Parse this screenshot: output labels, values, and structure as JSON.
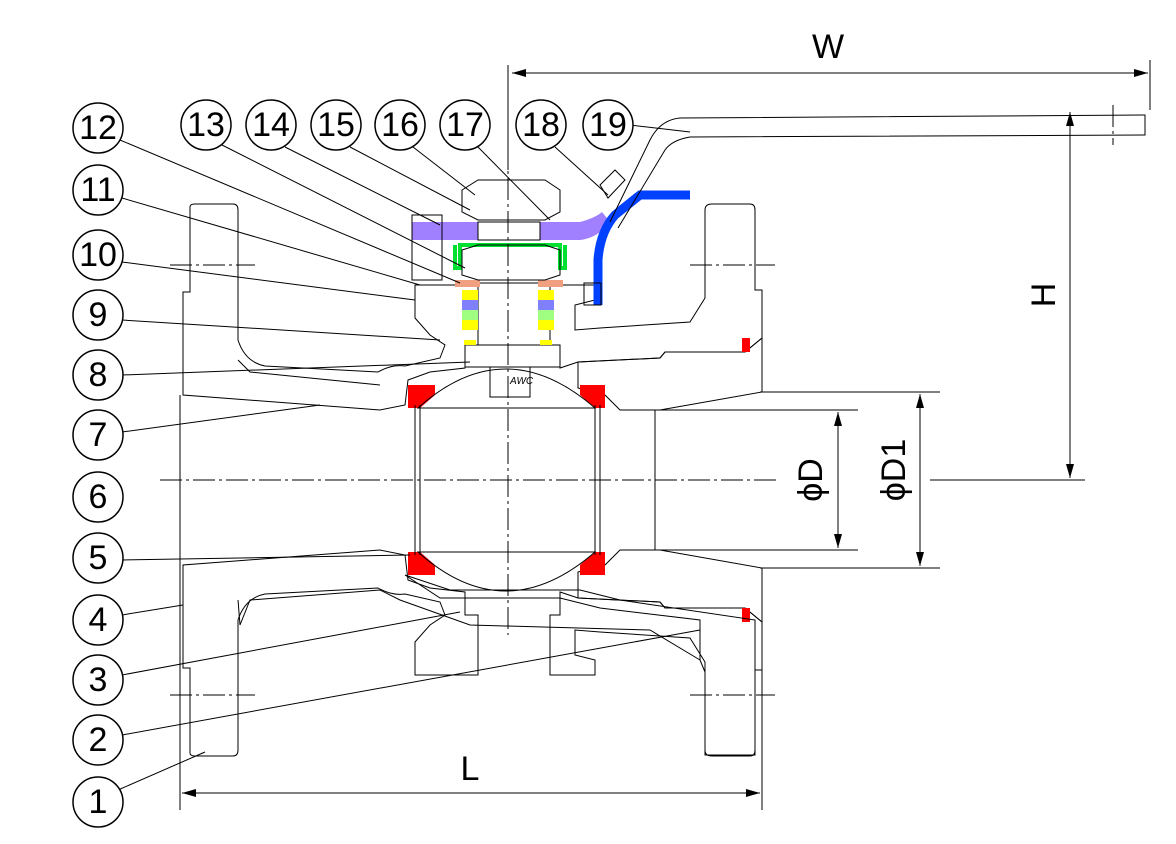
{
  "title": "Ball valve sectional drawing",
  "callouts": [
    "1",
    "2",
    "3",
    "4",
    "5",
    "6",
    "7",
    "8",
    "9",
    "10",
    "11",
    "12",
    "13",
    "14",
    "15",
    "16",
    "17",
    "18",
    "19"
  ],
  "dimensions": {
    "W": "W",
    "L": "L",
    "H": "H",
    "D": "ϕD",
    "D1": "ϕD1"
  },
  "stem_mark": "AWC",
  "colors": {
    "body": "#00ffff",
    "ball": "#9a7000",
    "insert": "#4f9a82",
    "seat": "#ff0000",
    "handle": "#0040ff",
    "gland": "#a080ff",
    "packing_yellow": "#ffff00",
    "packing_blue": "#8080ff",
    "packing_green": "#a0ff80",
    "washer": "#f0a080",
    "clip": "#00e030"
  }
}
